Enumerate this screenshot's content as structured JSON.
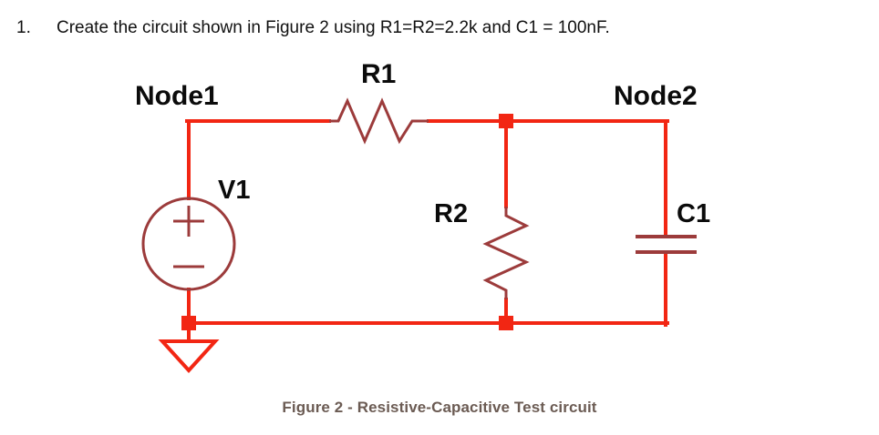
{
  "question": {
    "number": "1.",
    "text": "Create the circuit shown in Figure 2 using R1=R2=2.2k and C1 = 100nF."
  },
  "figure": {
    "caption": "Figure 2 - Resistive-Capacitive Test circuit",
    "labels": {
      "node1": "Node1",
      "node2": "Node2",
      "r1": "R1",
      "r2": "R2",
      "c1": "C1",
      "v1": "V1",
      "source_plus": "+",
      "source_minus": "–"
    },
    "colors": {
      "wire": "#F22613",
      "component": "#9C3B3B",
      "junction": "#F22613",
      "ground": "#F22613",
      "label": "#0B0B0B",
      "caption": "#6B5B53"
    }
  }
}
